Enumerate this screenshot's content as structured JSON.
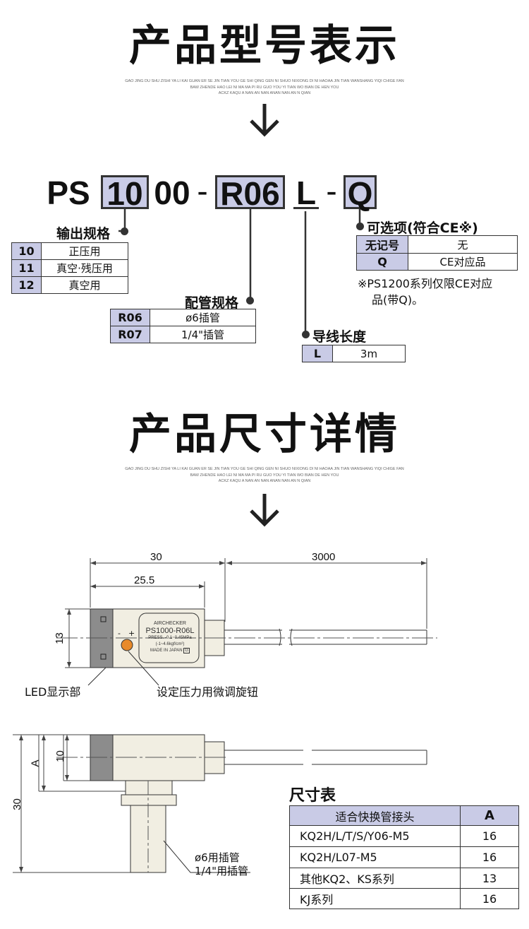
{
  "section1": {
    "title": "产品型号表示",
    "filler": [
      "GAO JING DU SHU ZISHI YA LI KAI GUAN ER SE JIN TIAN YOU GE SHI QING GEN NI SHUO NIXIONG DI NI HAOAA JIN TIAN WANSHANG YIQI CHIGE FAN",
      "BAW ZHENDE HAO LEI NI MA MA PI RU GUO YOU YI TIAN WO BIAN DE HEN YOU",
      "ACKZ KAQU A NAN AN NAN ANAN NAN AN N QIAN"
    ]
  },
  "model": {
    "prefix": "PS",
    "p1": "10",
    "p2": "00",
    "dash1": "-",
    "p3": "R06",
    "p4": "L",
    "dash2": "-",
    "p5": "Q"
  },
  "output": {
    "label": "输出规格",
    "rows": [
      [
        "10",
        "正压用"
      ],
      [
        "11",
        "真空·残压用"
      ],
      [
        "12",
        "真空用"
      ]
    ]
  },
  "piping": {
    "label": "配管规格",
    "rows": [
      [
        "R06",
        "ø6插管"
      ],
      [
        "R07",
        "1/4\"插管"
      ]
    ]
  },
  "lead": {
    "label": "导线长度",
    "rows": [
      [
        "L",
        "3m"
      ]
    ]
  },
  "option": {
    "label": "可选项(符合CE※)",
    "rows": [
      [
        "无记号",
        "无"
      ],
      [
        "Q",
        "CE对应品"
      ]
    ],
    "note1": "※PS1200系列仅限CE对应",
    "note2": "品(带Q)。"
  },
  "section2": {
    "title": "产品尺寸详情"
  },
  "drawing": {
    "dim_30": "30",
    "dim_3000": "3000",
    "dim_25_5": "25.5",
    "dim_13": "13",
    "label_brand": "AIRCHECKER",
    "label_model": "PS1000-R06L",
    "label_press": "PRESS. -0.1~0.45MPa",
    "label_kgf": "(-1~4.6kgf/cm²)",
    "label_made": "MADE IN JAPAN",
    "label_g": "G",
    "minus": "-",
    "plus": "+",
    "led": "LED显示部",
    "knob": "设定压力用微调旋钮",
    "dim2_30": "30",
    "dim_A": "A",
    "dim_10": "10",
    "tube1": "ø6用插管",
    "tube2": "1/4\"用插管"
  },
  "dimtable": {
    "title": "尺寸表",
    "headers": [
      "适合快换管接头",
      "A"
    ],
    "rows": [
      [
        "KQ2H/L/T/S/Y06-M5",
        "16"
      ],
      [
        "KQ2H/L07-M5",
        "16"
      ],
      [
        "其他KQ2、KS系列",
        "13"
      ],
      [
        "KJ系列",
        "16"
      ]
    ]
  }
}
